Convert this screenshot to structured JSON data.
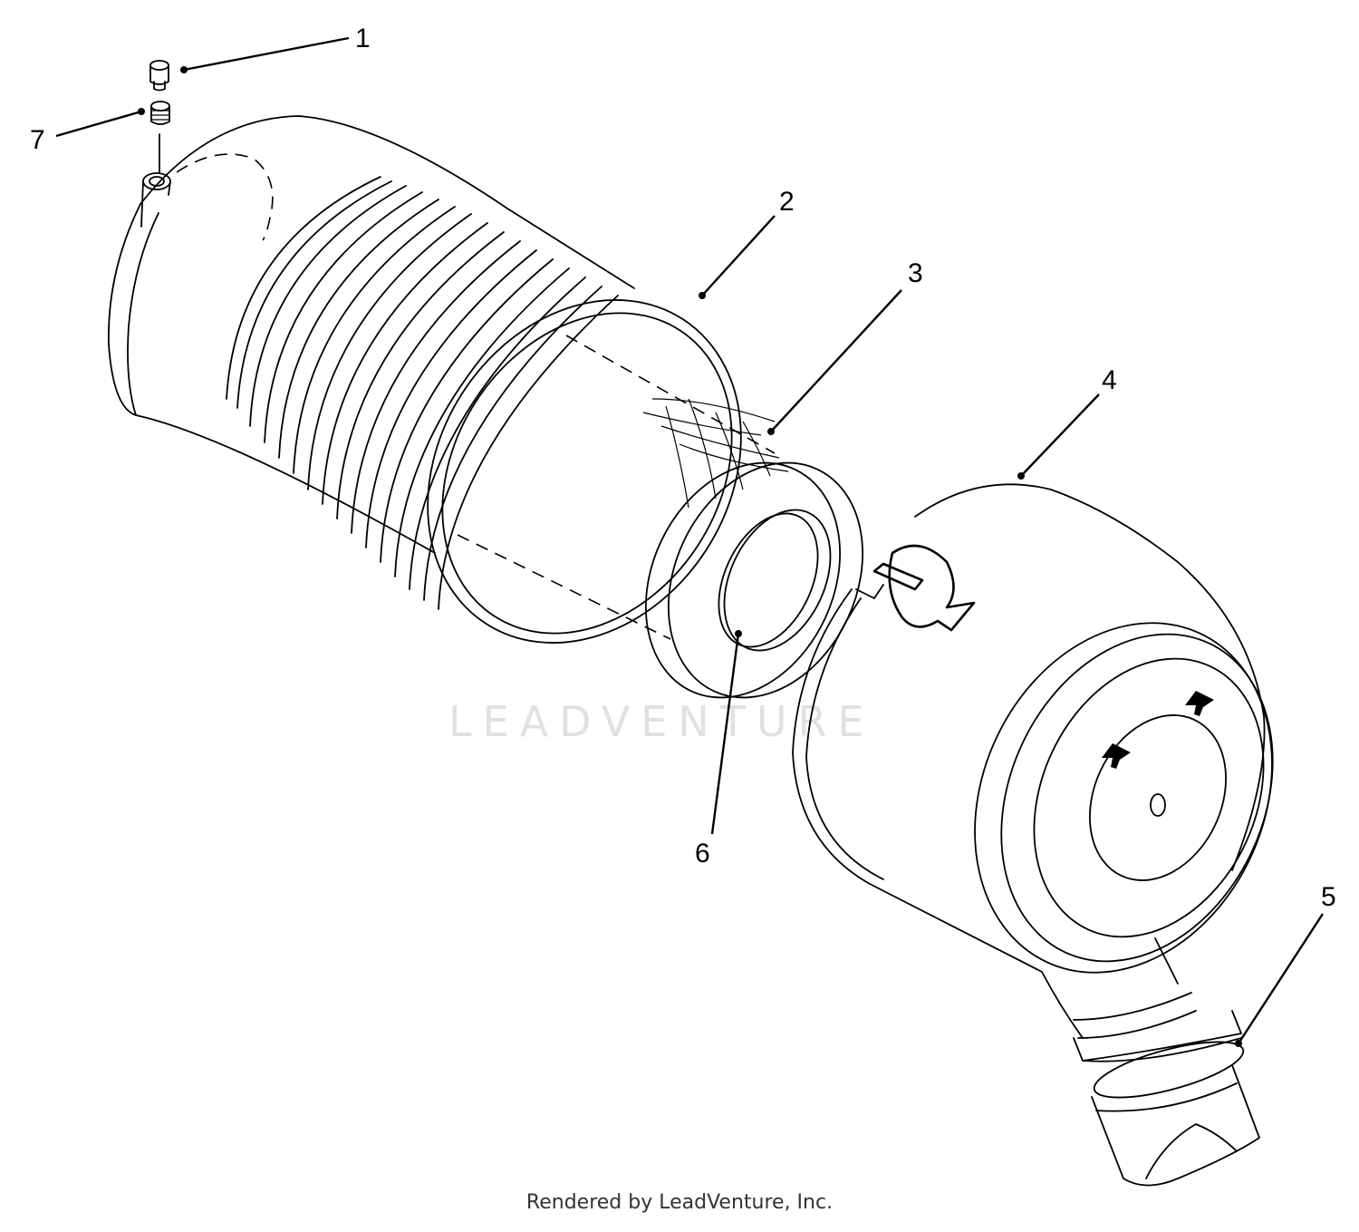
{
  "diagram": {
    "callouts": [
      {
        "id": "1",
        "label": "1"
      },
      {
        "id": "2",
        "label": "2"
      },
      {
        "id": "3",
        "label": "3"
      },
      {
        "id": "4",
        "label": "4"
      },
      {
        "id": "5",
        "label": "5"
      },
      {
        "id": "6",
        "label": "6"
      },
      {
        "id": "7",
        "label": "7"
      }
    ],
    "watermark": "LEADVENTURE",
    "footer": "Rendered by LeadVenture, Inc."
  },
  "colors": {
    "line": "#000000",
    "watermark": "#e1e1e1",
    "background": "#ffffff"
  }
}
